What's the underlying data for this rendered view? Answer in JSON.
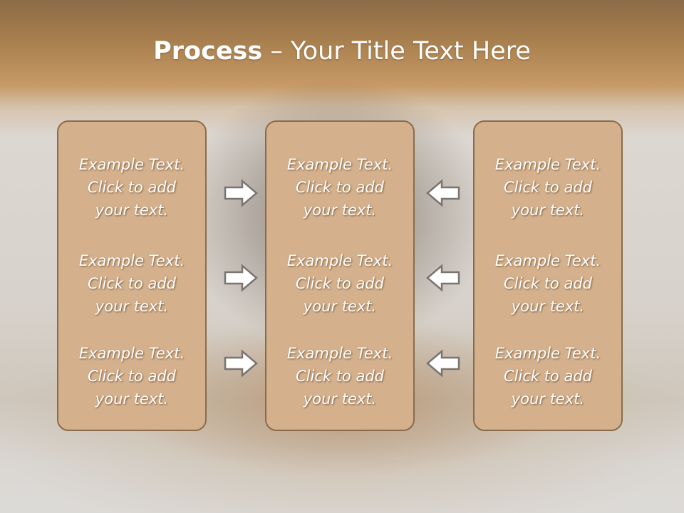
{
  "slide": {
    "title_bold": "Process",
    "title_rest": " – Your Title Text Here"
  },
  "columns": [
    {
      "cells": [
        {
          "line1": "Example Text.",
          "line2": "Click  to add",
          "line3": "your text."
        },
        {
          "line1": "Example Text.",
          "line2": "Click  to add",
          "line3": "your text."
        },
        {
          "line1": "Example Text.",
          "line2": "Click  to add",
          "line3": "your text."
        }
      ]
    },
    {
      "cells": [
        {
          "line1": "Example Text.",
          "line2": "Click  to add",
          "line3": "your text."
        },
        {
          "line1": "Example Text.",
          "line2": "Click  to add",
          "line3": "your text."
        },
        {
          "line1": "Example Text.",
          "line2": "Click  to add",
          "line3": "your text."
        }
      ]
    },
    {
      "cells": [
        {
          "line1": "Example Text.",
          "line2": "Click  to add",
          "line3": "your text."
        },
        {
          "line1": "Example Text.",
          "line2": "Click  to add",
          "line3": "your text."
        },
        {
          "line1": "Example Text.",
          "line2": "Click  to add",
          "line3": "your text."
        }
      ]
    }
  ],
  "arrows": {
    "left_group": "arrow-right-icon",
    "right_group": "arrow-left-icon"
  },
  "colors": {
    "box_fill": "#d4b08c",
    "box_border": "#8a6c4c",
    "header_band": "#b58a58",
    "arrow_fill": "#ffffff",
    "arrow_stroke": "#7a7470"
  }
}
